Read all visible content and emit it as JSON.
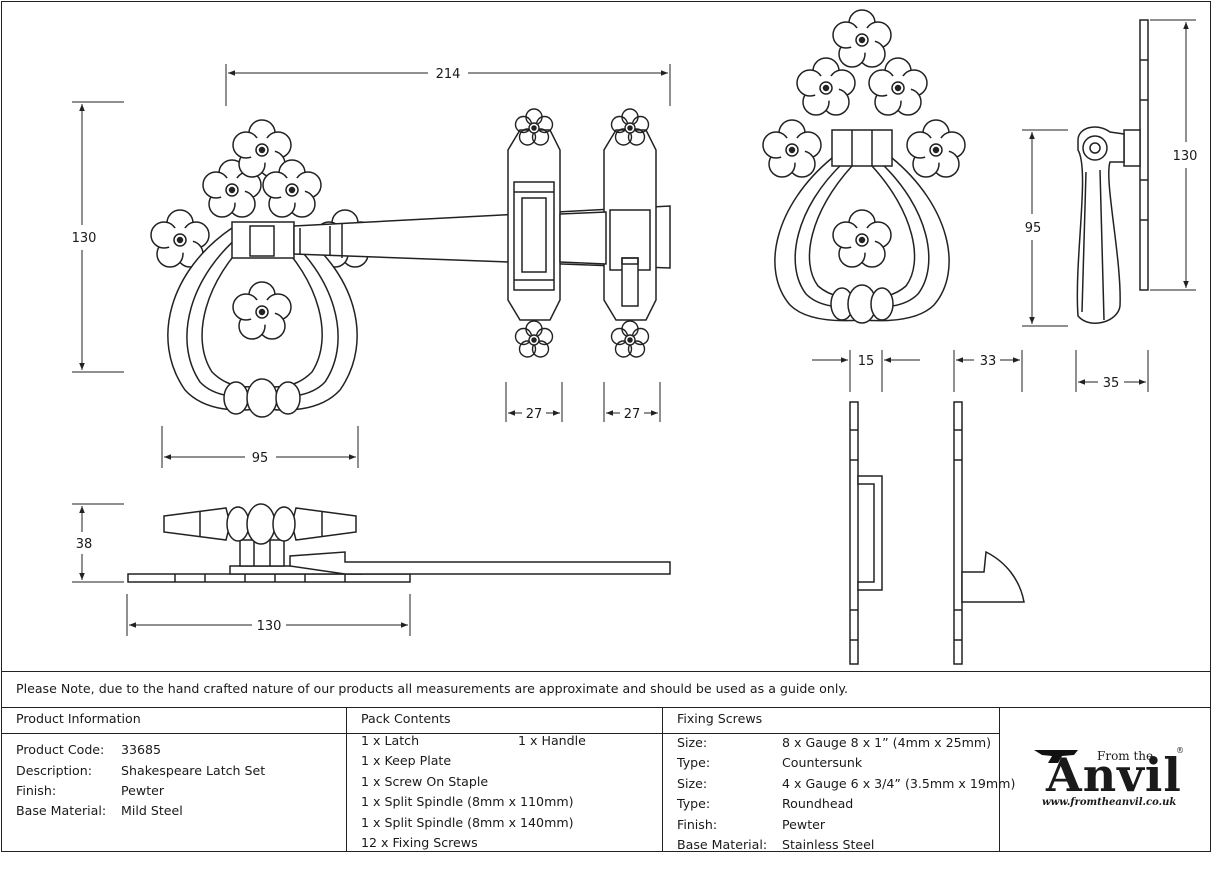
{
  "dimensions": {
    "width_top": "214",
    "height_left": "130",
    "width_ring": "95",
    "staple_a": "27",
    "staple_b": "27",
    "height_side": "38",
    "width_plate": "130",
    "knocker_height": "95",
    "side_height": "130",
    "offset_a": "15",
    "offset_b": "33",
    "offset_c": "35"
  },
  "note": "Please Note, due to the hand crafted nature of our products all measurements are approximate and should be used as a guide only.",
  "product_info": {
    "header": "Product Information",
    "rows": [
      {
        "label": "Product Code:",
        "value": "33685"
      },
      {
        "label": "Description:",
        "value": "Shakespeare Latch Set"
      },
      {
        "label": "Finish:",
        "value": "Pewter"
      },
      {
        "label": "Base Material:",
        "value": "Mild Steel"
      }
    ]
  },
  "pack_contents": {
    "header": "Pack Contents",
    "items": [
      "1 x Latch",
      "1 x Keep Plate",
      "1 x Screw On Staple",
      "1 x Split Spindle (8mm x 110mm)",
      "1 x Split Spindle (8mm x 140mm)",
      "12 x Fixing Screws"
    ],
    "extra": "1 x Handle"
  },
  "fixing_screws": {
    "header": "Fixing Screws",
    "rows": [
      {
        "label": "Size:",
        "value": "8 x Gauge 8 x 1” (4mm x 25mm)"
      },
      {
        "label": "Type:",
        "value": "Countersunk"
      },
      {
        "label": "Size:",
        "value": "4 x Gauge 6 x 3/4” (3.5mm x 19mm)"
      },
      {
        "label": "Type:",
        "value": "Roundhead"
      },
      {
        "label": "Finish:",
        "value": "Pewter"
      },
      {
        "label": "Base Material:",
        "value": "Stainless Steel"
      }
    ]
  },
  "logo": {
    "from_the": "From the",
    "brand": "Anvil",
    "registered": "®",
    "website": "www.fromtheanvil.co.uk"
  }
}
